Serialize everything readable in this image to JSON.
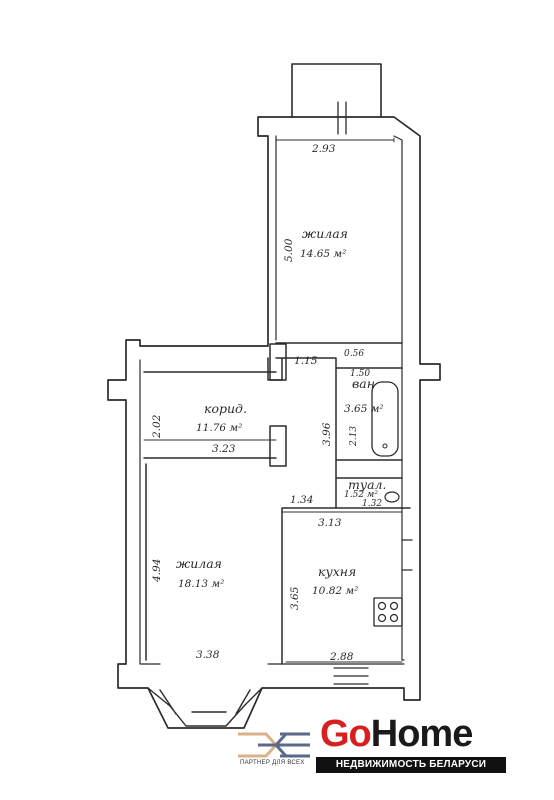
{
  "rooms": {
    "living_top": {
      "name": "жилая",
      "area": "14.65 м²",
      "width": "2.93",
      "length": "5.00"
    },
    "corridor": {
      "name": "корид.",
      "area": "11.76 м²",
      "width": "3.23",
      "depth": "2.02",
      "side": "3.96"
    },
    "hall_link": {
      "dim_a": "1.15",
      "dim_b": "1.34"
    },
    "bath": {
      "name": "ван",
      "area": "3.65 м²",
      "top": "0.56",
      "side_a": "1.50",
      "side_b": "2.13"
    },
    "toilet": {
      "name": "туал.",
      "area": "1.52 м²",
      "width": "1.32"
    },
    "kitchen": {
      "name": "кухня",
      "area": "10.82 м²",
      "width": "3.13",
      "bottom": "2.88",
      "side": "3.65"
    },
    "living_bottom": {
      "name": "жилая",
      "area": "18.13 м²",
      "width": "3.38",
      "length": "4.94"
    }
  },
  "branding": {
    "brand_go": "Go",
    "brand_home": "Home",
    "tagline": "НЕДВИЖИМОСТЬ БЕЛАРУСИ",
    "partner": "ПАРТНЕР ДЛЯ ВСЕХ",
    "brand_color": "#d81e1e"
  }
}
